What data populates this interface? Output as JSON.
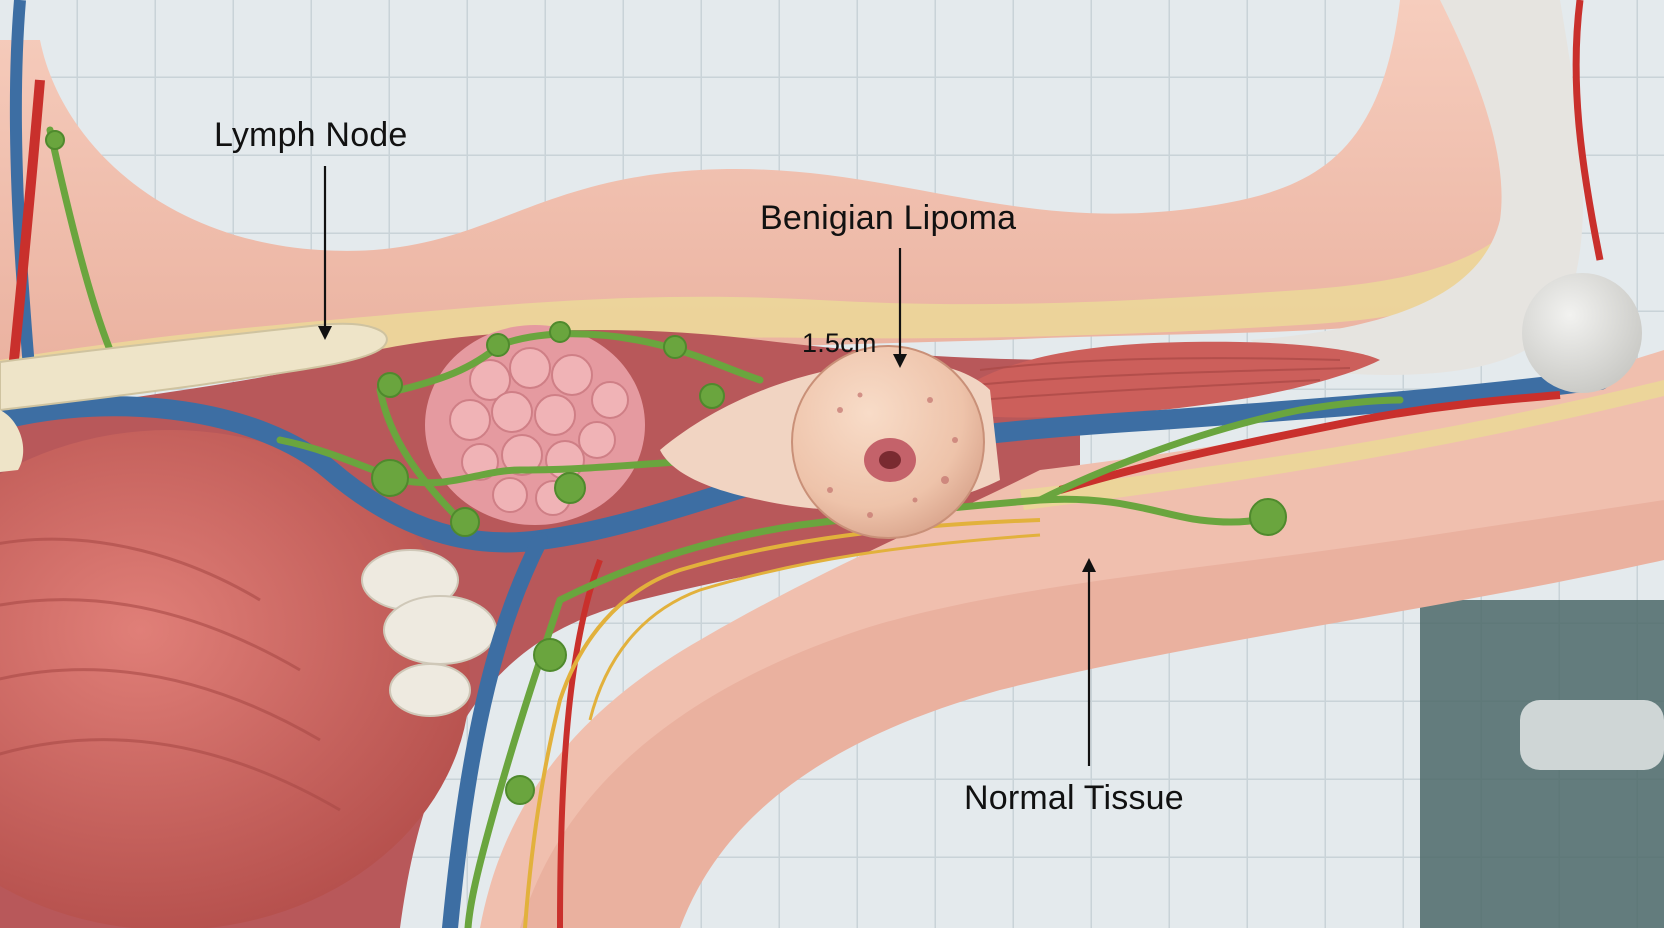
{
  "labels": {
    "lymph_node": "Lymph Node",
    "lipoma": "Benigian Lipoma",
    "size": "1.5cm",
    "normal_tissue": "Normal Tissue"
  },
  "colors": {
    "skin": "#f0bfae",
    "fat_layer": "#ecd59a",
    "vein": "#3d6ea3",
    "artery": "#c9302c",
    "lymph_vessel": "#6aa53e",
    "nerve": "#e2b13c",
    "muscle": "#c9625d",
    "lipoma": "#f1cdb3",
    "lymph_node": "#eee4c8",
    "gland": "#e59aa0",
    "background": "#dfe6ea"
  }
}
